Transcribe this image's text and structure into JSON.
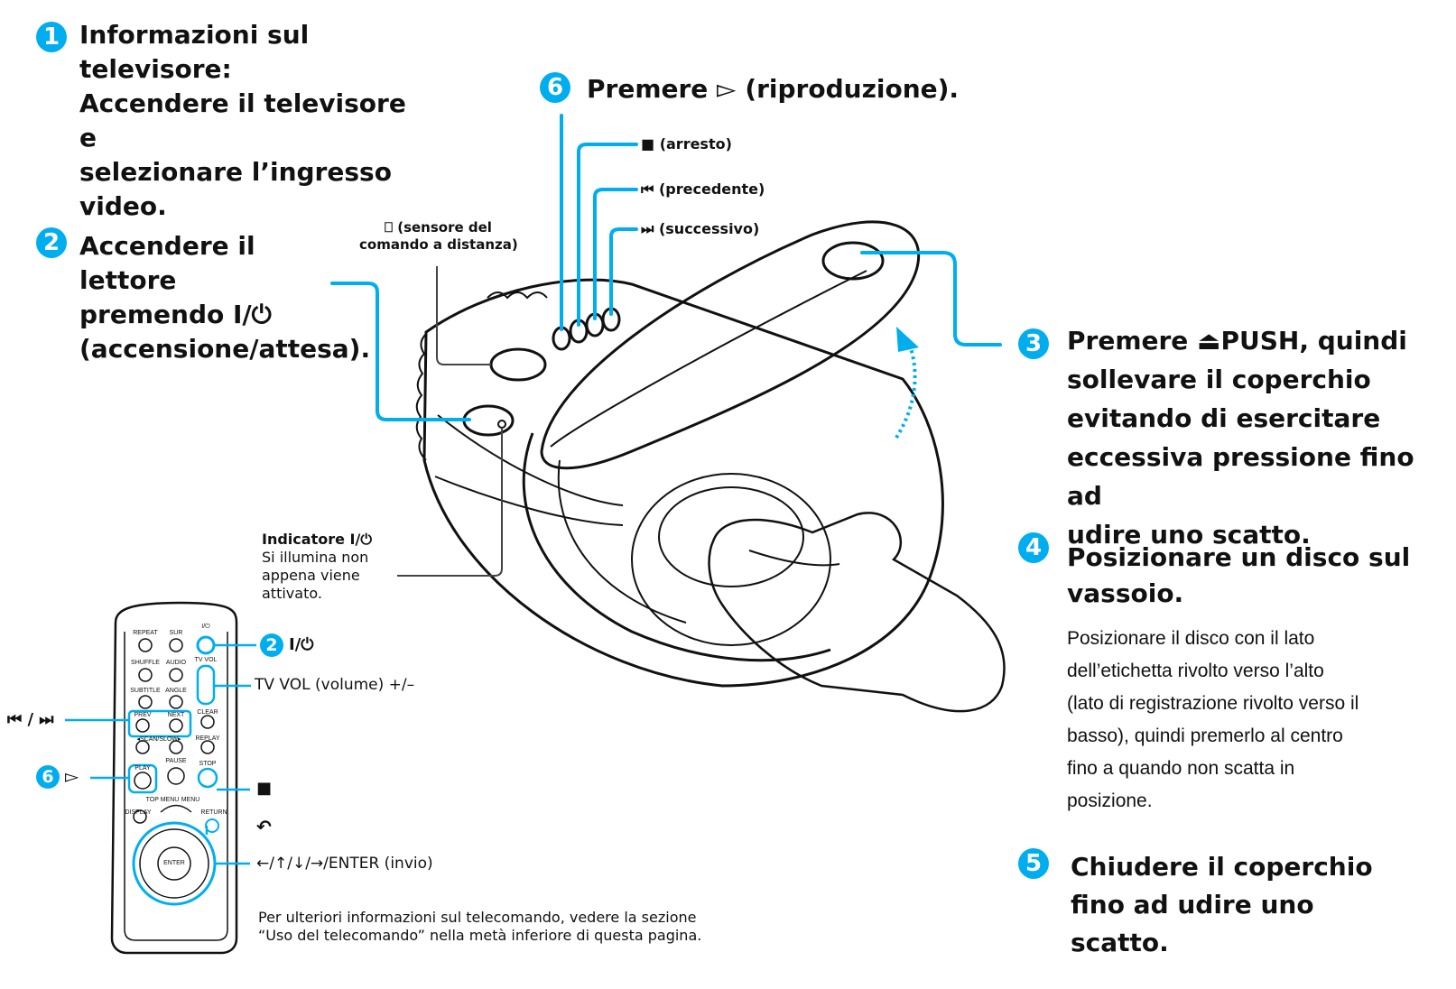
{
  "accent_color": "#00aeef",
  "step1": {
    "number": "1",
    "title_lines": [
      "Informazioni sul",
      "televisore:",
      "Accendere il televisore e",
      "selezionare l’ingresso",
      "video."
    ]
  },
  "step2": {
    "number": "2",
    "title_lines": [
      "Accendere il lettore",
      "premendo I/⏻",
      "(accensione/attesa)."
    ]
  },
  "step3": {
    "number": "3",
    "title_lines": [
      "Premere ⏏PUSH, quindi",
      "sollevare il coperchio",
      "evitando di esercitare",
      "eccessiva pressione fino ad",
      "udire uno scatto."
    ]
  },
  "step4": {
    "number": "4",
    "title_lines": [
      "Posizionare un disco sul",
      "vassoio."
    ],
    "body_lines": [
      "Posizionare il disco con il lato",
      "dell’etichetta rivolto verso l’alto",
      "(lato di registrazione rivolto verso il",
      "basso), quindi premerlo al centro",
      "fino a quando non scatta in",
      "posizione."
    ]
  },
  "step5": {
    "number": "5",
    "title_lines": [
      "Chiudere il coperchio",
      "fino ad udire uno",
      "scatto."
    ]
  },
  "step6": {
    "number": "6",
    "title": "Premere ▻ (riproduzione)."
  },
  "player_callouts": {
    "stop": "■  (arresto)",
    "prev": "⏮  (precedente)",
    "next": "⏭  (successivo)",
    "sensor_lines": [
      "⎕ (sensore del",
      "comando a distanza)"
    ],
    "indicator_title": "Indicatore I/⏻",
    "indicator_lines": [
      "Si illumina non",
      "appena viene",
      "attivato."
    ]
  },
  "remote_callouts": {
    "power": "I/⏻",
    "power_badge": "2",
    "tv_vol": "TV VOL (volume) +/–",
    "skip": "⏮ / ⏭",
    "play_badge": "6",
    "play": "▻",
    "stop": "■",
    "return": "↶",
    "arrows": "←/↑/↓/→/ENTER (invio)"
  },
  "remote_buttons": {
    "repeat": "REPEAT",
    "sur": "SUR",
    "power": "I/⏻",
    "shuffle": "SHUFFLE",
    "audio": "AUDIO",
    "tv_vol": "TV VOL",
    "subtitle": "SUBTITLE",
    "angle": "ANGLE",
    "prev": "PREV",
    "next": "NEXT",
    "clear": "CLEAR",
    "scan_slow": "◂SCAN/SLOW▸",
    "replay": "REPLAY",
    "play": "PLAY",
    "pause": "PAUSE",
    "stop": "STOP",
    "top_menu": "TOP MENU",
    "menu": "MENU",
    "display": "DISPLAY",
    "return": "RETURN",
    "enter": "ENTER"
  },
  "footnote_lines": [
    "Per ulteriori informazioni sul telecomando, vedere la sezione",
    "“Uso del telecomando” nella metà inferiore di questa pagina."
  ]
}
